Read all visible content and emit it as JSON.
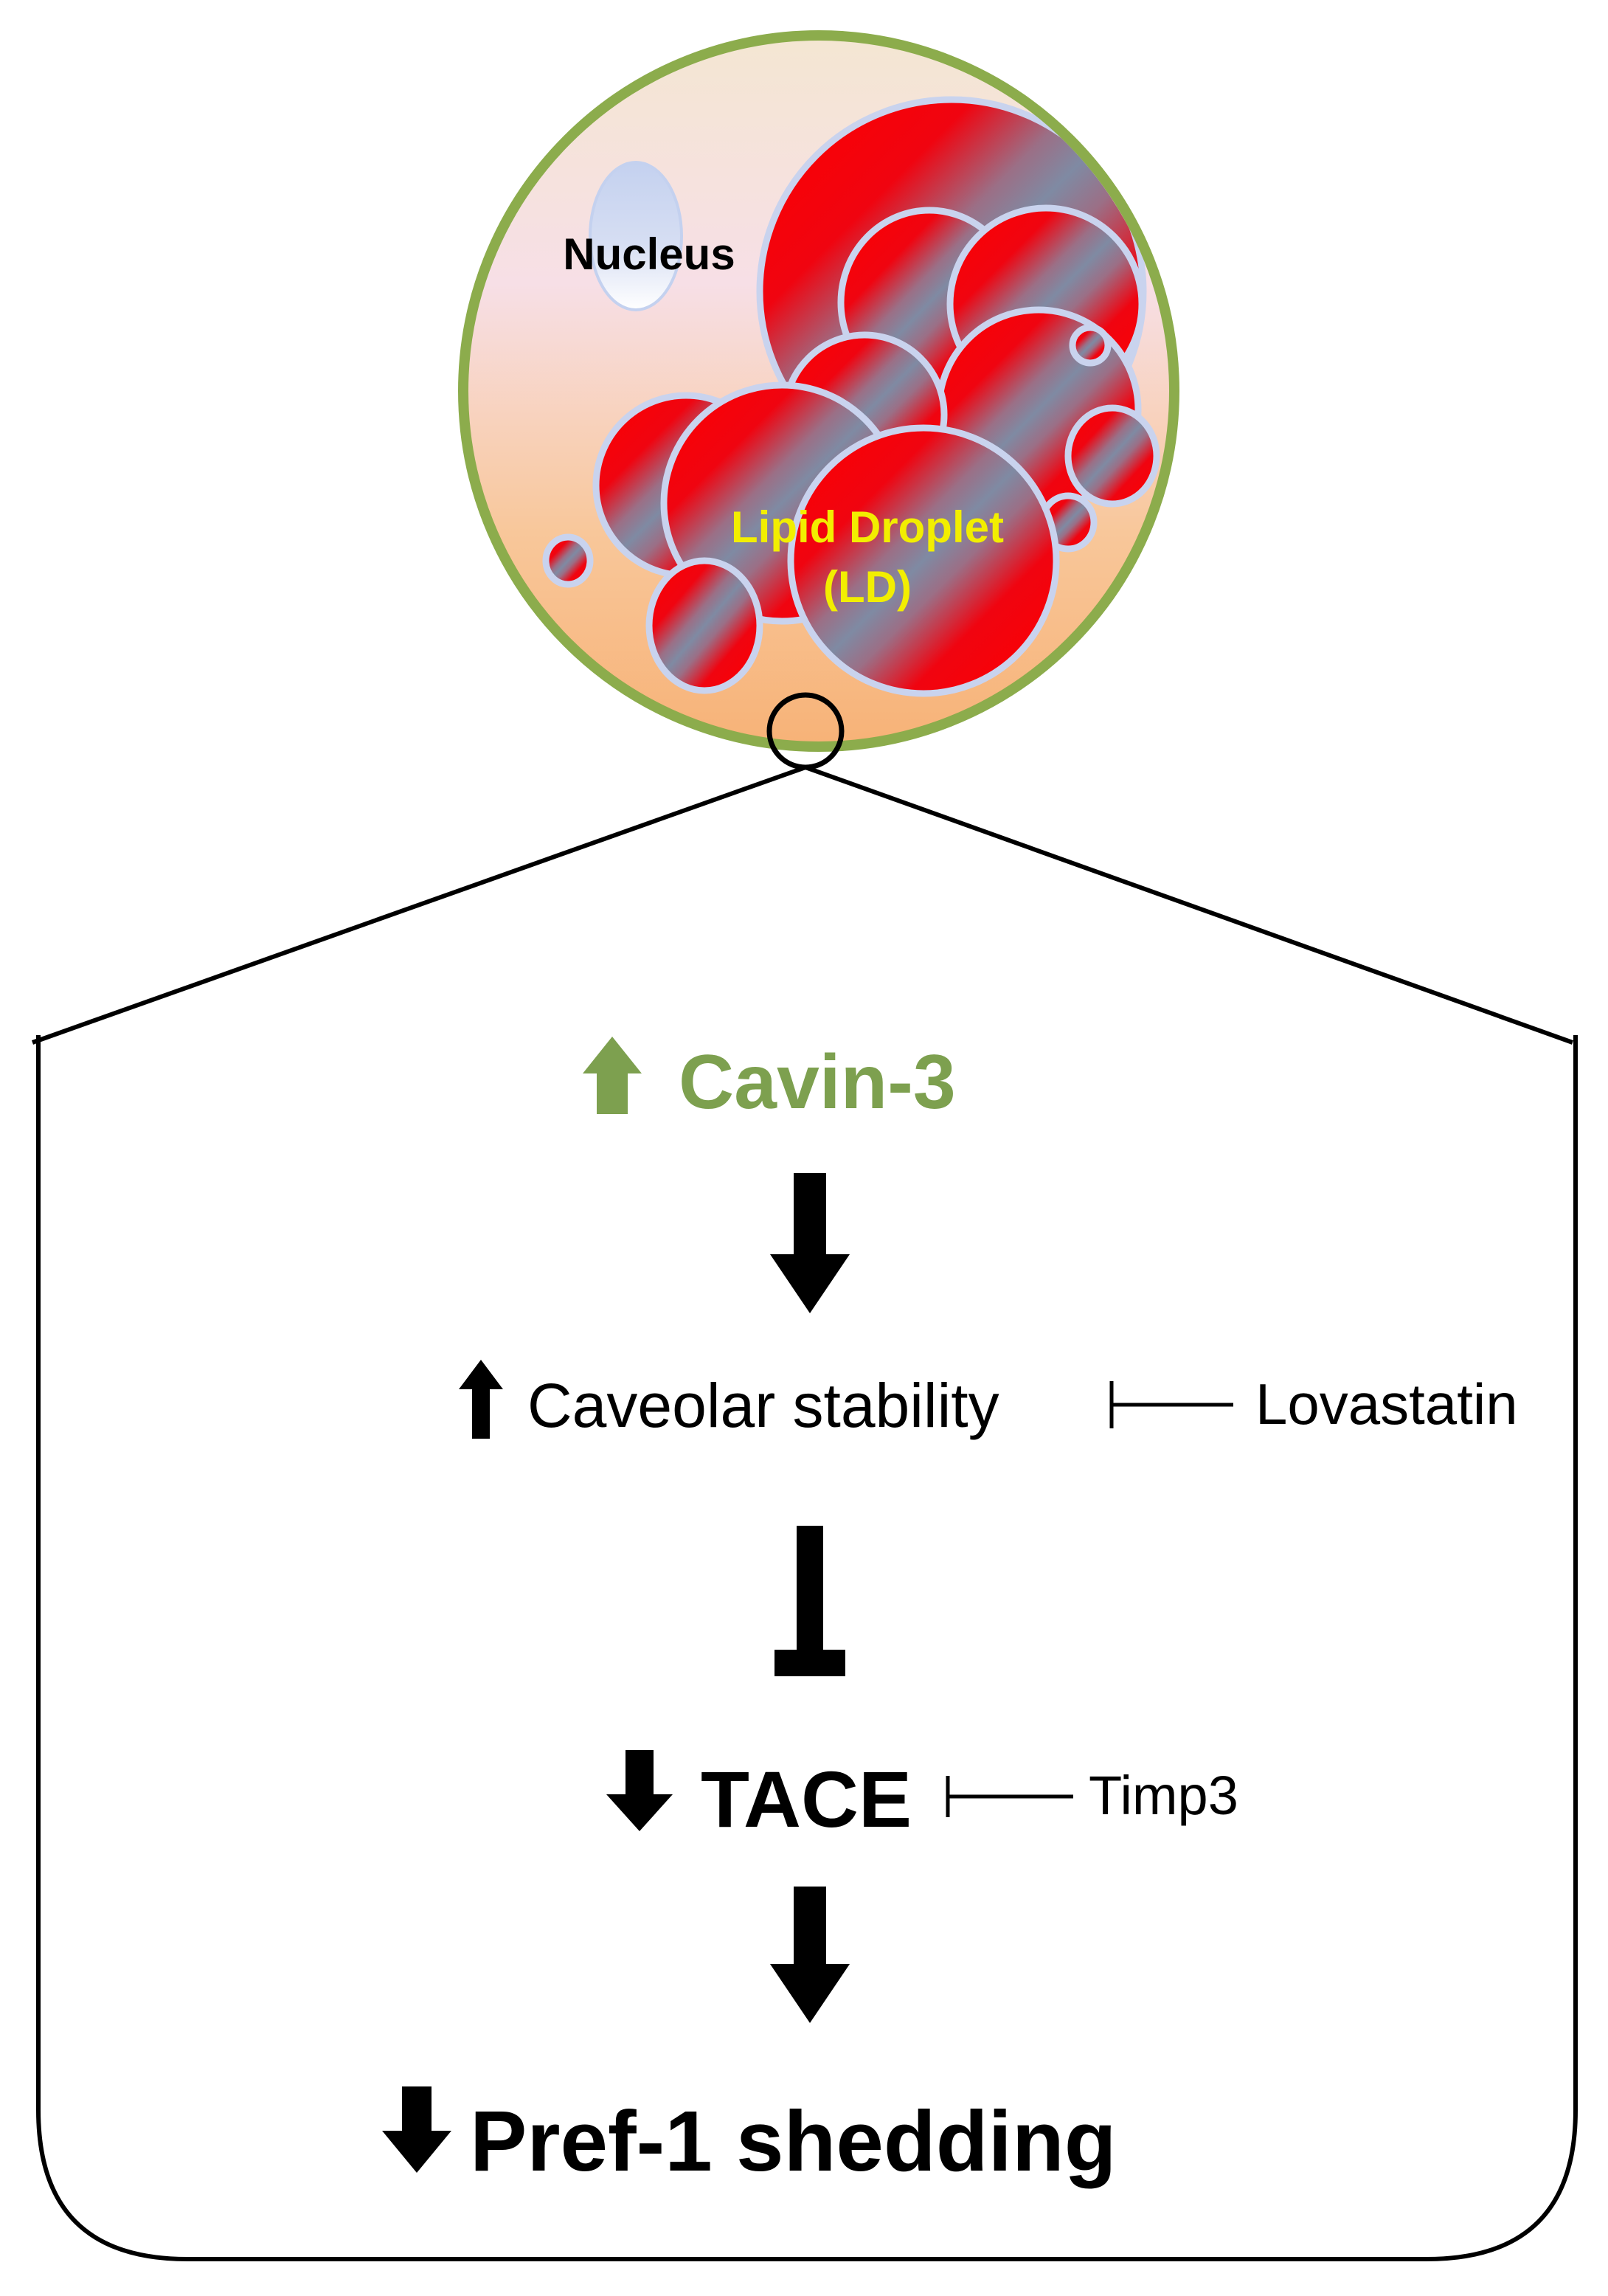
{
  "cell": {
    "nucleus_label": "Nucleus",
    "lipid_label_line1": "Lipid Droplet",
    "lipid_label_line2": "(LD)"
  },
  "pathway": {
    "cavin": "Cavin-3",
    "caveolar": "Caveolar stability",
    "lovastatin": "Lovastatin",
    "tace": "TACE",
    "timp3": "Timp3",
    "pref1": "Pref-1 shedding"
  },
  "colors": {
    "membrane": "#8cac4c",
    "cavin": "#7da04f",
    "lipid_red": "#ff0000",
    "lipid_gray": "#7f8aa3",
    "label_yellow": "#f2ee00",
    "black": "#000000"
  }
}
